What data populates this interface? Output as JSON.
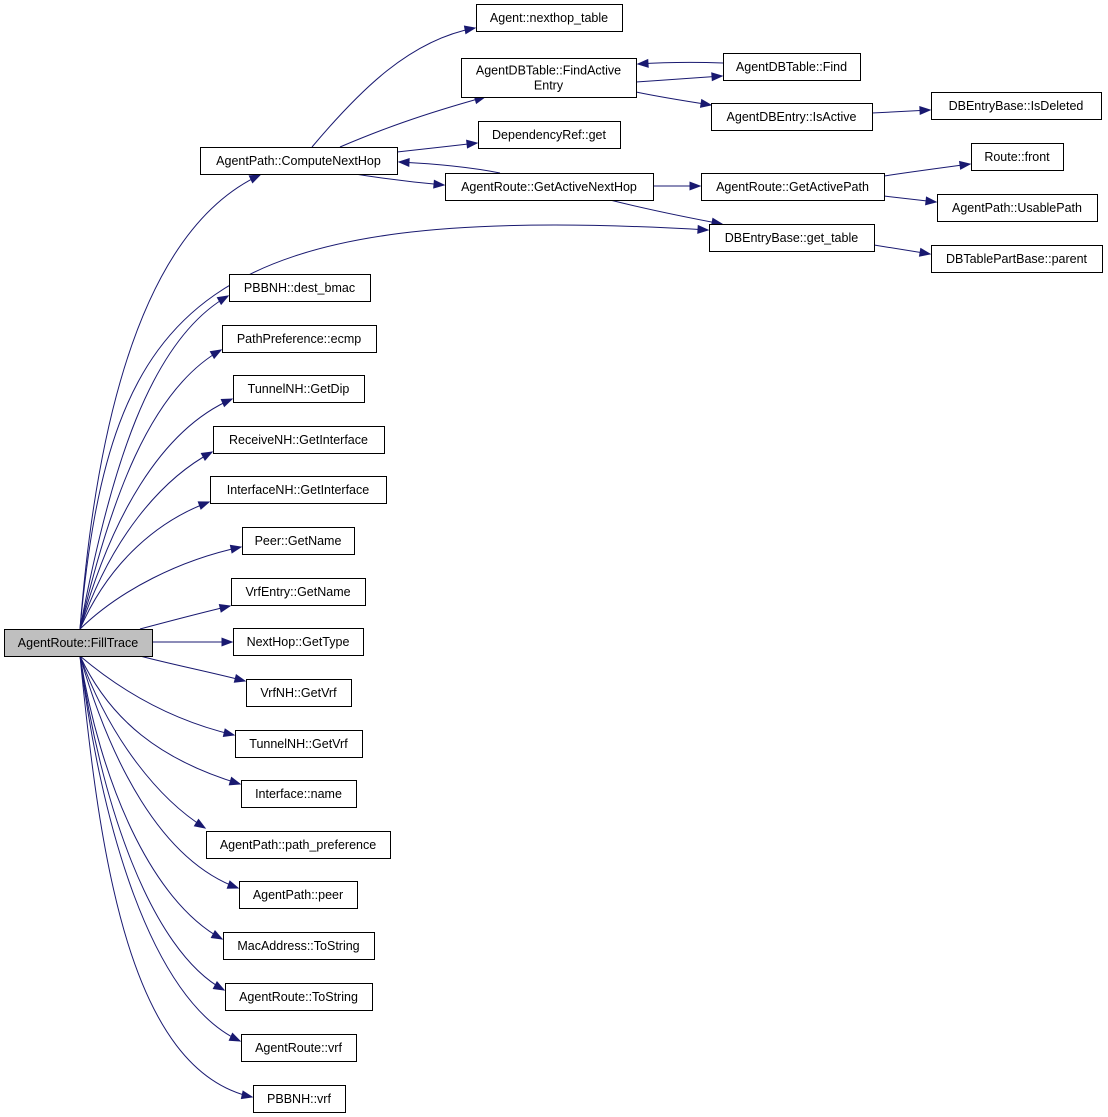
{
  "graph": {
    "edge_color": "#191970",
    "root_fill": "#bfbfbf",
    "nodes": [
      {
        "id": "n0",
        "label": [
          "AgentRoute::FillTrace"
        ],
        "root": true
      },
      {
        "id": "n1",
        "label": [
          "AgentPath::ComputeNextHop"
        ]
      },
      {
        "id": "n2",
        "label": [
          "Agent::nexthop_table"
        ]
      },
      {
        "id": "n3",
        "label": [
          "AgentDBTable::FindActive",
          "Entry"
        ]
      },
      {
        "id": "n4",
        "label": [
          "AgentDBTable::Find"
        ]
      },
      {
        "id": "n5",
        "label": [
          "AgentDBEntry::IsActive"
        ]
      },
      {
        "id": "n6",
        "label": [
          "DBEntryBase::IsDeleted"
        ]
      },
      {
        "id": "n7",
        "label": [
          "DependencyRef::get"
        ]
      },
      {
        "id": "n8",
        "label": [
          "AgentRoute::GetActiveNextHop"
        ]
      },
      {
        "id": "n9",
        "label": [
          "AgentRoute::GetActivePath"
        ]
      },
      {
        "id": "n10",
        "label": [
          "Route::front"
        ]
      },
      {
        "id": "n11",
        "label": [
          "AgentPath::UsablePath"
        ]
      },
      {
        "id": "n12",
        "label": [
          "DBEntryBase::get_table"
        ]
      },
      {
        "id": "n13",
        "label": [
          "DBTablePartBase::parent"
        ]
      },
      {
        "id": "n14",
        "label": [
          "PBBNH::dest_bmac"
        ]
      },
      {
        "id": "n15",
        "label": [
          "PathPreference::ecmp"
        ]
      },
      {
        "id": "n16",
        "label": [
          "TunnelNH::GetDip"
        ]
      },
      {
        "id": "n17",
        "label": [
          "ReceiveNH::GetInterface"
        ]
      },
      {
        "id": "n18",
        "label": [
          "InterfaceNH::GetInterface"
        ]
      },
      {
        "id": "n19",
        "label": [
          "Peer::GetName"
        ]
      },
      {
        "id": "n20",
        "label": [
          "VrfEntry::GetName"
        ]
      },
      {
        "id": "n21",
        "label": [
          "NextHop::GetType"
        ]
      },
      {
        "id": "n22",
        "label": [
          "VrfNH::GetVrf"
        ]
      },
      {
        "id": "n23",
        "label": [
          "TunnelNH::GetVrf"
        ]
      },
      {
        "id": "n24",
        "label": [
          "Interface::name"
        ]
      },
      {
        "id": "n25",
        "label": [
          "AgentPath::path_preference"
        ]
      },
      {
        "id": "n26",
        "label": [
          "AgentPath::peer"
        ]
      },
      {
        "id": "n27",
        "label": [
          "MacAddress::ToString"
        ]
      },
      {
        "id": "n28",
        "label": [
          "AgentRoute::ToString"
        ]
      },
      {
        "id": "n29",
        "label": [
          "AgentRoute::vrf"
        ]
      },
      {
        "id": "n30",
        "label": [
          "PBBNH::vrf"
        ]
      }
    ],
    "edges": [
      [
        "n0",
        "n1"
      ],
      [
        "n0",
        "n12"
      ],
      [
        "n0",
        "n14"
      ],
      [
        "n0",
        "n15"
      ],
      [
        "n0",
        "n16"
      ],
      [
        "n0",
        "n17"
      ],
      [
        "n0",
        "n18"
      ],
      [
        "n0",
        "n19"
      ],
      [
        "n0",
        "n20"
      ],
      [
        "n0",
        "n21"
      ],
      [
        "n0",
        "n22"
      ],
      [
        "n0",
        "n23"
      ],
      [
        "n0",
        "n24"
      ],
      [
        "n0",
        "n25"
      ],
      [
        "n0",
        "n26"
      ],
      [
        "n0",
        "n27"
      ],
      [
        "n0",
        "n28"
      ],
      [
        "n0",
        "n29"
      ],
      [
        "n0",
        "n30"
      ],
      [
        "n1",
        "n2"
      ],
      [
        "n1",
        "n3"
      ],
      [
        "n1",
        "n7"
      ],
      [
        "n1",
        "n8"
      ],
      [
        "n3",
        "n4"
      ],
      [
        "n4",
        "n3"
      ],
      [
        "n3",
        "n5"
      ],
      [
        "n5",
        "n6"
      ],
      [
        "n8",
        "n1"
      ],
      [
        "n8",
        "n9"
      ],
      [
        "n8",
        "n12"
      ],
      [
        "n9",
        "n10"
      ],
      [
        "n9",
        "n11"
      ],
      [
        "n12",
        "n13"
      ]
    ]
  }
}
